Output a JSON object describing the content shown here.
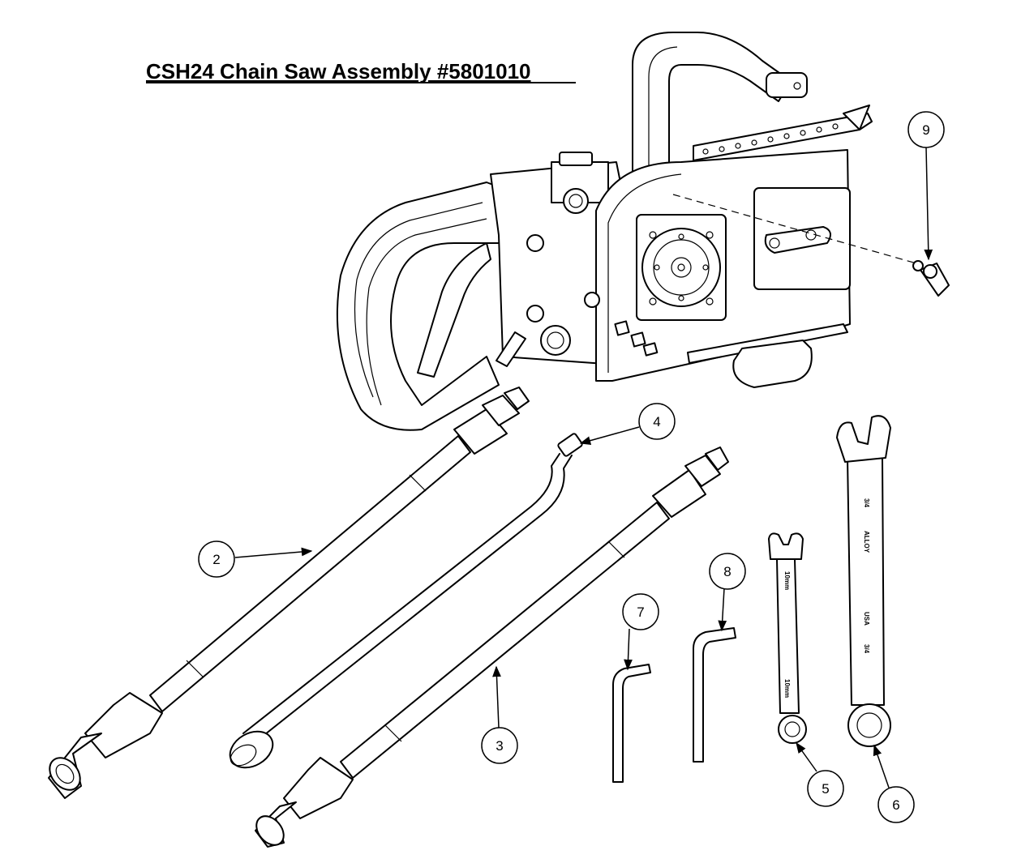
{
  "title": "CSH24 Chain Saw Assembly #5801010",
  "callouts": [
    "2",
    "3",
    "4",
    "5",
    "6",
    "7",
    "8",
    "9"
  ],
  "wrench_small": {
    "top": "10mm",
    "bottom": "10mm"
  },
  "wrench_large": {
    "a": "3/4",
    "b": "ALLOY",
    "c": "USA",
    "d": "3/4"
  }
}
